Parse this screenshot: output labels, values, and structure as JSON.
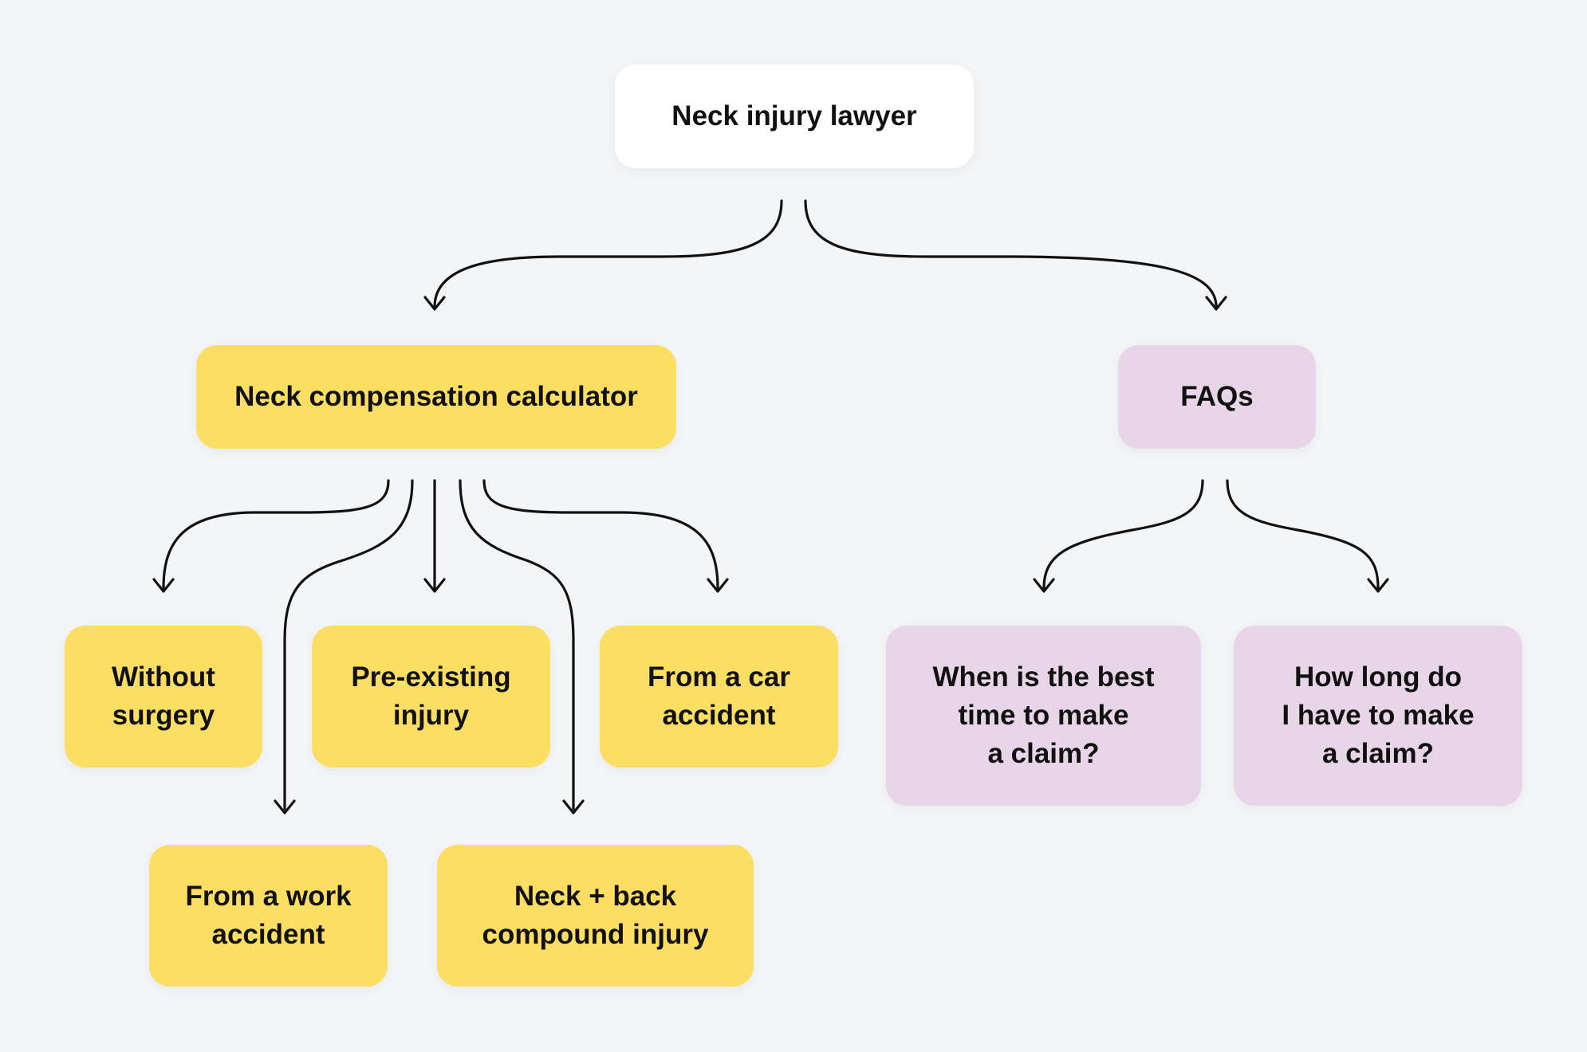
{
  "colors": {
    "background": "#f4f5f7",
    "root": "#ffffff",
    "calculator_branch": "#fcde64",
    "faq_branch": "#e8d6e8",
    "connector": "#111111"
  },
  "nodes": {
    "root": "Neck injury lawyer",
    "calculator": "Neck compensation calculator",
    "faqs": "FAQs",
    "without_surgery": "Without\nsurgery",
    "pre_existing": "Pre-existing\ninjury",
    "car_accident": "From a car\naccident",
    "work_accident": "From a work\naccident",
    "neck_back": "Neck + back\ncompound injury",
    "best_time": "When is the best\ntime to make\na claim?",
    "how_long": "How long do\nI have to make\na claim?"
  }
}
